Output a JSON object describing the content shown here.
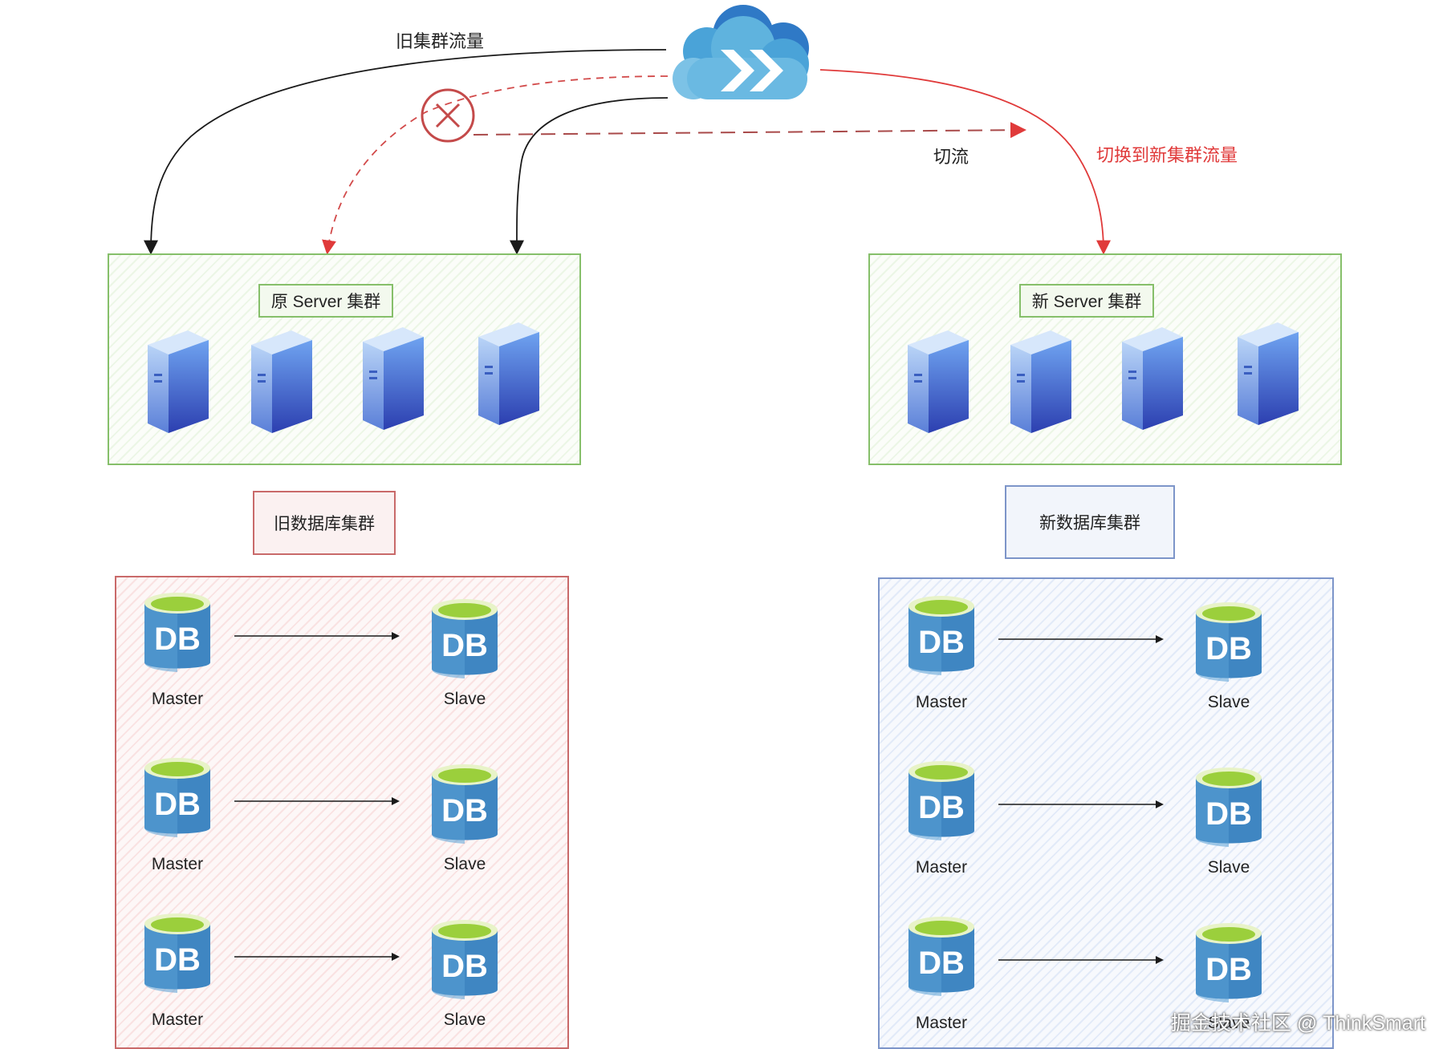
{
  "labels": {
    "old_traffic": "旧集群流量",
    "cut_flow": "切流",
    "switch_traffic": "切换到新集群流量"
  },
  "old_server_cluster": {
    "title": "原 Server 集群"
  },
  "new_server_cluster": {
    "title": "新 Server 集群"
  },
  "old_db_cluster": {
    "title": "旧数据库集群",
    "rows": [
      {
        "master": "Master",
        "slave": "Slave",
        "master_icon": "DB",
        "slave_icon": "DB"
      },
      {
        "master": "Master",
        "slave": "Slave",
        "master_icon": "DB",
        "slave_icon": "DB"
      },
      {
        "master": "Master",
        "slave": "Slave",
        "master_icon": "DB",
        "slave_icon": "DB"
      }
    ]
  },
  "new_db_cluster": {
    "title": "新数据库集群",
    "rows": [
      {
        "master": "Master",
        "slave": "Slave",
        "master_icon": "DB",
        "slave_icon": "DB"
      },
      {
        "master": "Master",
        "slave": "Slave",
        "master_icon": "DB",
        "slave_icon": "DB"
      },
      {
        "master": "Master",
        "slave": "Slave",
        "master_icon": "DB",
        "slave_icon": "DB"
      }
    ]
  },
  "watermark": "掘金技术社区 @ ThinkSmart",
  "colors": {
    "old_flow_line": "#1a1a1a",
    "new_flow_line": "#e03a3a",
    "cancelled_flow": "#d24a4a",
    "server_panel": "#86bf6a",
    "old_db_panel": "#c96a6a",
    "new_db_panel": "#7d95c9",
    "db_cylinder": "#3f86c2",
    "db_top": "#9bcf3c",
    "server_icon": "#3a62c8",
    "cloud": "#4fa6d6"
  },
  "icons": [
    "cloud-icon",
    "server-icon",
    "database-icon",
    "cancel-x-icon"
  ]
}
